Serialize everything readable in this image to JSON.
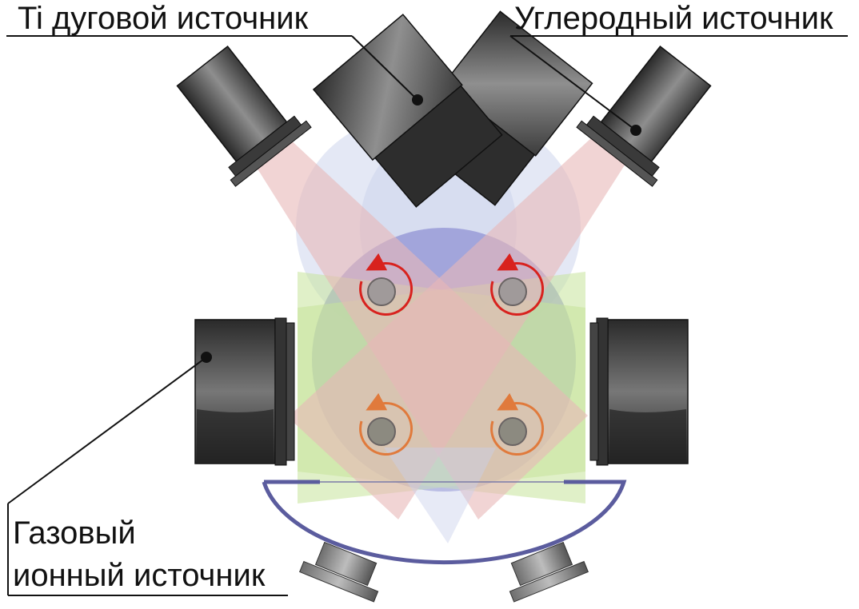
{
  "labels": {
    "ti_arc_source": "Ti дуговой источник",
    "carbon_source": "Углеродный источник",
    "gas_ion_source_line1": "Газовый",
    "gas_ion_source_line2": "ионный источник"
  },
  "colors": {
    "beam_red": "#e8b7b7",
    "beam_green": "#c6e39a",
    "beam_blue": "#c9d1ec",
    "chamber_purple": "#8d8fd2",
    "housing_purple": "#5b5c9e",
    "rotation_red": "#d8221e",
    "rotation_orange": "#e07a3c",
    "source_dark": "#2e2e2e",
    "source_light": "#8a8a8a"
  }
}
